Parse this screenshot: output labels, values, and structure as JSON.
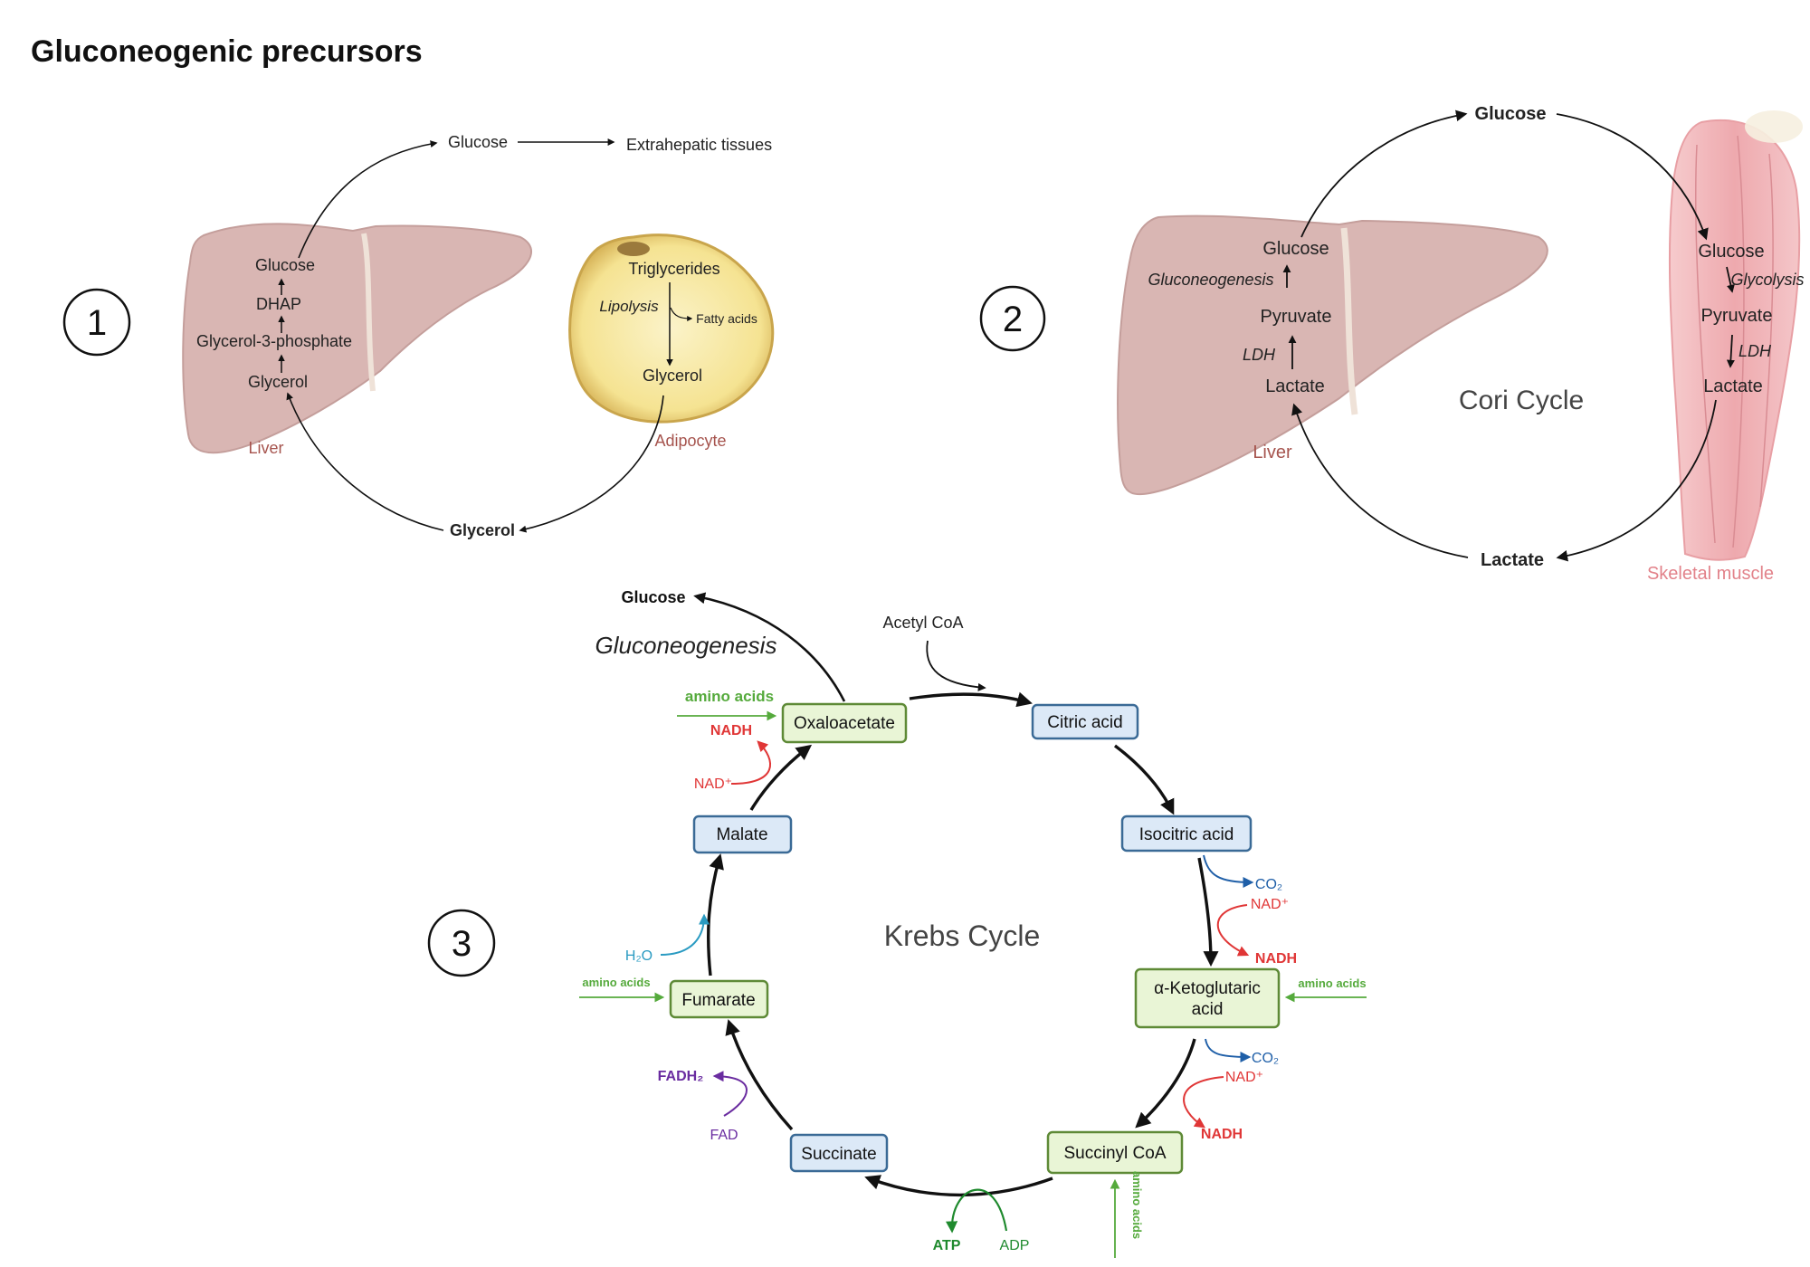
{
  "title": "Gluconeogenic precursors",
  "colors": {
    "liver": "#d9b6b3",
    "adipocyte": "#f5e392",
    "muscle": "#efaeb2",
    "blue_box": "#dce9f7",
    "blue_border": "#3a6a96",
    "green_box": "#e9f5d6",
    "green_border": "#5e8a36",
    "nadh_red": "#e03636",
    "co2_blue": "#1f5fa8",
    "amino_green": "#55aa3c",
    "fadh_purple": "#6a2ca0",
    "atp_green": "#1f8a2e",
    "h2o_teal": "#2a9bc2"
  },
  "panel1": {
    "number": "1",
    "top_glucose": "Glucose",
    "extrahepatic": "Extrahepatic tissues",
    "liver_steps": [
      "Glucose",
      "DHAP",
      "Glycerol-3-phosphate",
      "Glycerol"
    ],
    "liver_label": "Liver",
    "triglycerides": "Triglycerides",
    "lipolysis": "Lipolysis",
    "fatty_acids": "Fatty acids",
    "adipo_glycerol": "Glycerol",
    "adipocyte_label": "Adipocyte",
    "bottom_glycerol": "Glycerol"
  },
  "panel2": {
    "number": "2",
    "top_glucose": "Glucose",
    "liver_glucose": "Glucose",
    "gluconeogenesis": "Gluconeogenesis",
    "liver_pyruvate": "Pyruvate",
    "ldh_liver": "LDH",
    "liver_lactate": "Lactate",
    "liver_label": "Liver",
    "cycle_name": "Cori Cycle",
    "muscle_glucose": "Glucose",
    "glycolysis": "Glycolysis",
    "muscle_pyruvate": "Pyruvate",
    "ldh_muscle": "LDH",
    "muscle_lactate": "Lactate",
    "bottom_lactate": "Lactate",
    "muscle_label": "Skeletal muscle"
  },
  "panel3": {
    "number": "3",
    "glucose": "Glucose",
    "gluconeogenesis": "Gluconeogenesis",
    "acetyl_coa": "Acetyl CoA",
    "cycle_name": "Krebs Cycle",
    "oxaloacetate": "Oxaloacetate",
    "citric_acid": "Citric acid",
    "isocitric_acid": "Isocitric acid",
    "akg_line1": "α-Ketoglutaric",
    "akg_line2": "acid",
    "succinyl_coa": "Succinyl CoA",
    "succinate": "Succinate",
    "fumarate": "Fumarate",
    "malate": "Malate",
    "amino_acids_oaa": "amino acids",
    "nadh_oaa": "NADH",
    "nad_oaa": "NAD⁺",
    "co2_1": "CO₂",
    "nad_1": "NAD⁺",
    "nadh_1": "NADH",
    "amino_acids_akg": "amino acids",
    "co2_2": "CO₂",
    "nad_2": "NAD⁺",
    "nadh_2": "NADH",
    "amino_acids_succ": "amino acids",
    "atp": "ATP",
    "adp": "ADP",
    "fadh2": "FADH₂",
    "fad": "FAD",
    "amino_acids_fum": "amino acids",
    "h2o": "H₂O"
  }
}
